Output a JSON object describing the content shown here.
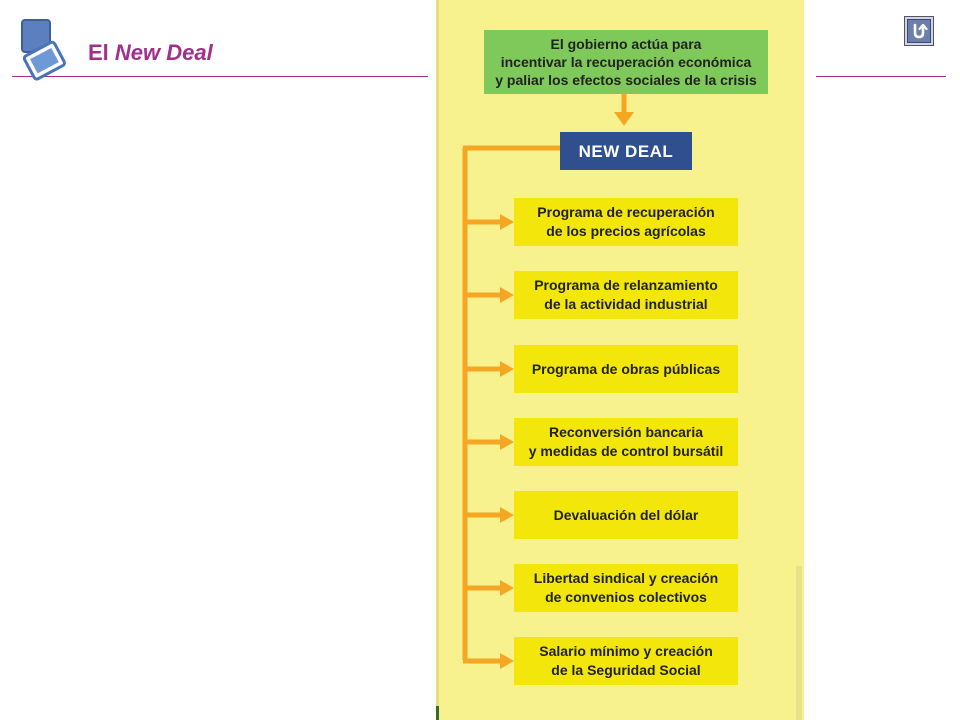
{
  "header": {
    "title_prefix": "El",
    "title_emphasis": "New Deal",
    "return_icon": "return-arrow-icon",
    "accent_color": "#a0308c"
  },
  "diagram": {
    "top_box": "El gobierno actúa para\nincentivar la recuperación económica\ny paliar los efectos sociales de la crisis",
    "center_box": "NEW DEAL",
    "items": [
      "Programa de recuperación\nde los precios agrícolas",
      "Programa de relanzamiento\nde la actividad industrial",
      "Programa de obras públicas",
      "Reconversión bancaria\ny medidas de control bursátil",
      "Devaluación del dólar",
      "Libertad sindical y creación\nde convenios colectivos",
      "Salario mínimo y creación\nde la Seguridad Social"
    ],
    "colors": {
      "panel": "#f7f28e",
      "top_box": "#7fc85a",
      "center_box": "#2f4f8f",
      "item_box": "#f2e60a",
      "arrow": "#f5a623"
    }
  }
}
